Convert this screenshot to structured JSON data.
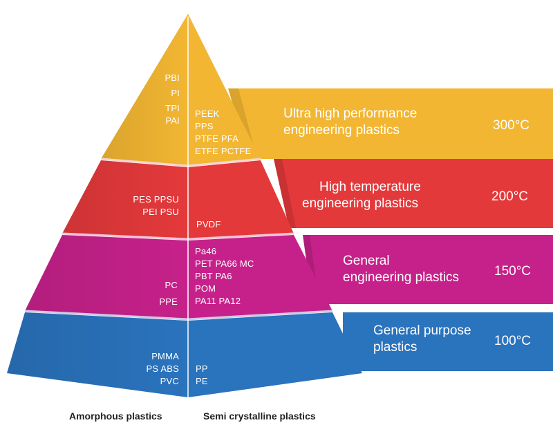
{
  "tiers": [
    {
      "id": "ultra",
      "label_lines": [
        "Ultra high performance",
        "engineering plastics"
      ],
      "temperature": "300°C",
      "color": "#f2b632",
      "amorphous": [
        "PBI",
        "PI",
        "TPI",
        "PAI"
      ],
      "semi_crystalline": [
        "PEEK",
        "PPS",
        "PTFE PFA",
        "ETFE PCTFE"
      ]
    },
    {
      "id": "high-temp",
      "label_lines": [
        "High temperature",
        "engineering plastics"
      ],
      "temperature": "200°C",
      "color": "#e4393b",
      "amorphous": [
        "PES PPSU",
        "PEI PSU"
      ],
      "semi_crystalline": [
        "PVDF"
      ]
    },
    {
      "id": "general-eng",
      "label_lines": [
        "General",
        "engineering plastics"
      ],
      "temperature": "150°C",
      "color": "#c6218a",
      "amorphous": [
        "PC",
        "PPE"
      ],
      "semi_crystalline": [
        "Pa46",
        "PET PA66 MC",
        "PBT PA6",
        "POM",
        "PA11 PA12"
      ]
    },
    {
      "id": "general-purpose",
      "label_lines": [
        "General purpose",
        "plastics"
      ],
      "temperature": "100°C",
      "color": "#2a73bd",
      "amorphous": [
        "PMMA",
        "PS ABS",
        "PVC"
      ],
      "semi_crystalline": [
        "PP",
        "PE"
      ]
    }
  ],
  "axis": {
    "left": "Amorphous plastics",
    "right": "Semi crystalline plastics"
  }
}
